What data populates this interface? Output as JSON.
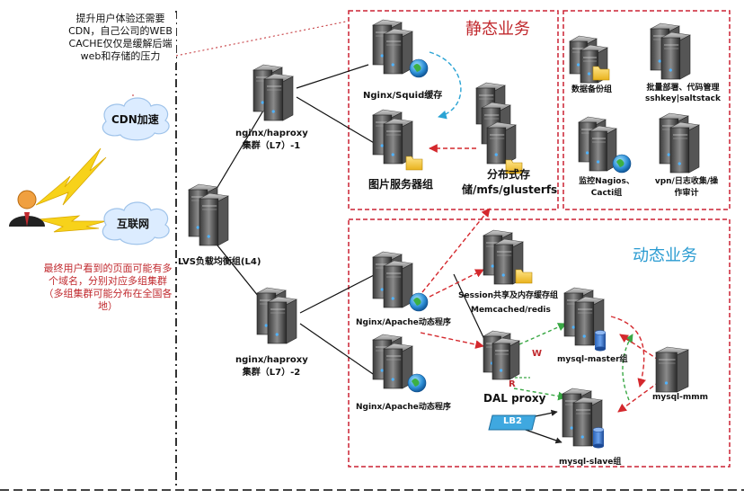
{
  "notes": {
    "cdn_note": "提升用户体验还需要CDN，自己公司的WEB CACHE仅仅是缓解后端web和存储的压力",
    "domain_note": "最终用户看到的页面可能有多个域名，分别对应多组集群（多组集群可能分布在全国各地）"
  },
  "clouds": {
    "cdn": "CDN加速",
    "internet": "互联网"
  },
  "zones": {
    "static": "静态业务",
    "dynamic": "动态业务"
  },
  "nodes": {
    "lvs": "LVS负载均衡组(L4)",
    "haproxy1": "nginx/haproxy集群（L7）-1",
    "haproxy2": "nginx/haproxy集群（L7）-2",
    "squid": "Nginx/Squid缓存",
    "image": "图片服务器组",
    "dfs": "分布式存储/mfs/glusterfs",
    "backup": "数据备份组",
    "batch": "批量部署、代码管理sshkey|saltstack",
    "monitor": "监控Nagios、Cacti组",
    "vpn": "vpn/日志收集/操作审计",
    "apache1": "Nginx/Apache动态程序",
    "apache2": "Nginx/Apache动态程序",
    "session": "Session共享及内存缓存组",
    "memcached": "Memcached/redis",
    "dal": "DAL proxy",
    "lb2": "LB2",
    "master": "mysql-master组",
    "slave": "mysql-slave组",
    "mmm": "mysql-mmm",
    "mark_w": "W",
    "mark_r": "R"
  },
  "colors": {
    "zone_border": "#cc2233",
    "zone_title_static": "#c0282d",
    "zone_title_dynamic": "#2a9bd1",
    "note_red": "#c0282d",
    "cloud_fill": "#dcecff",
    "lightning": "#f7d21a",
    "lb2_fill": "#3fa8e0"
  }
}
